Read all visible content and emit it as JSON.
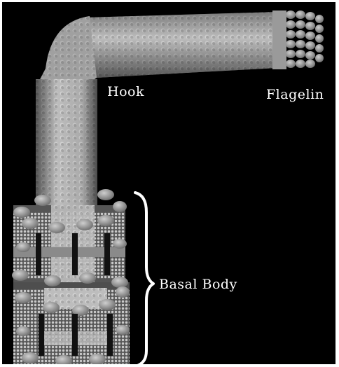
{
  "labels": {
    "hook": "Hook",
    "flagelin": "Flagelin",
    "basal_body": "Basal Body"
  },
  "colors": {
    "background": "#000000",
    "frame": "#ffffff",
    "protein_surface": "#c8c8c8",
    "protein_shadow": "#6e6e6e",
    "label_text": "#ffffff"
  }
}
